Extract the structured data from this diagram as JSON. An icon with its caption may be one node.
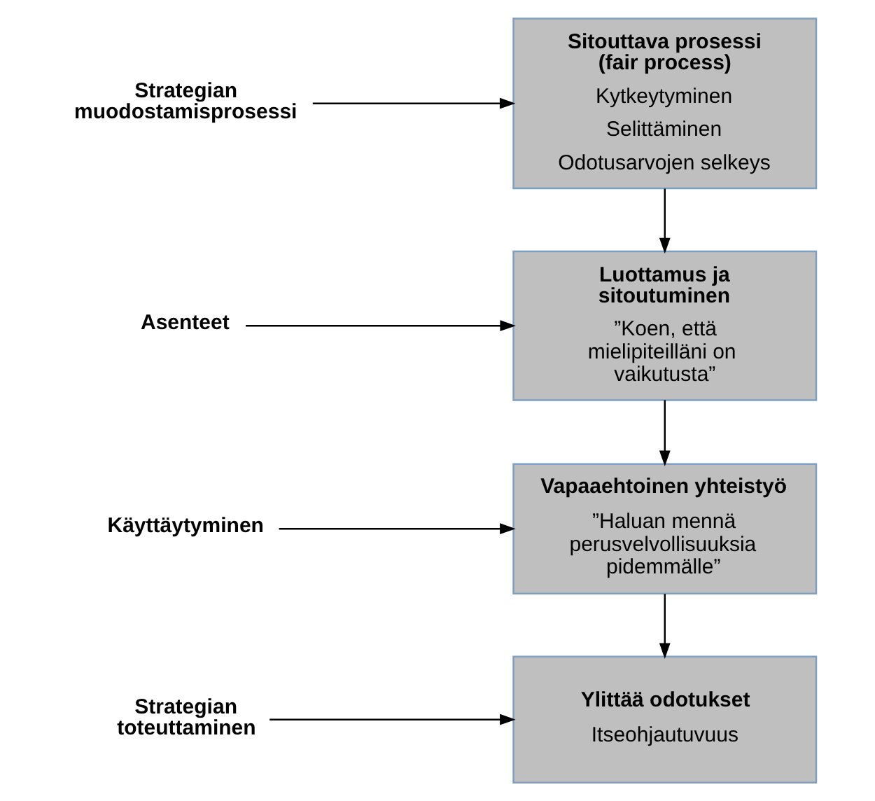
{
  "diagram": {
    "nodes": [
      {
        "text": [
          "Strategian muodostamisprosessi"
        ]
      },
      {
        "text": [
          "Sitouttava prosessi (fair process)",
          "Kytkeytyminen",
          "Selittäminen",
          "Odotusarvojen selkeys"
        ]
      },
      {
        "text": [
          "Asenteet"
        ]
      },
      {
        "text": [
          "Luottamus ja sitoutuminen",
          "”Koen, että mielipiteilläni on vaikutusta”"
        ]
      },
      {
        "text": [
          "Käyttäytyminen"
        ]
      },
      {
        "text": [
          "Vapaaehtoinen yhteistyö",
          "”Haluan mennä perusvelvollisuuksia pidemmälle”"
        ]
      },
      {
        "text": [
          "Strategian toteuttaminen"
        ]
      },
      {
        "text": [
          "Ylittää odotukset",
          "Itseohjautuvuus"
        ]
      }
    ],
    "edges": [
      {
        "from": 0,
        "to": 1,
        "arrow": "to"
      },
      {
        "from": 2,
        "to": 3,
        "arrow": "to"
      },
      {
        "from": 4,
        "to": 5,
        "arrow": "to"
      },
      {
        "from": 6,
        "to": 7,
        "arrow": "to"
      },
      {
        "from": 1,
        "to": 3,
        "arrow": "to"
      },
      {
        "from": 3,
        "to": 5,
        "arrow": "to"
      },
      {
        "from": 5,
        "to": 7,
        "arrow": "to"
      }
    ]
  }
}
